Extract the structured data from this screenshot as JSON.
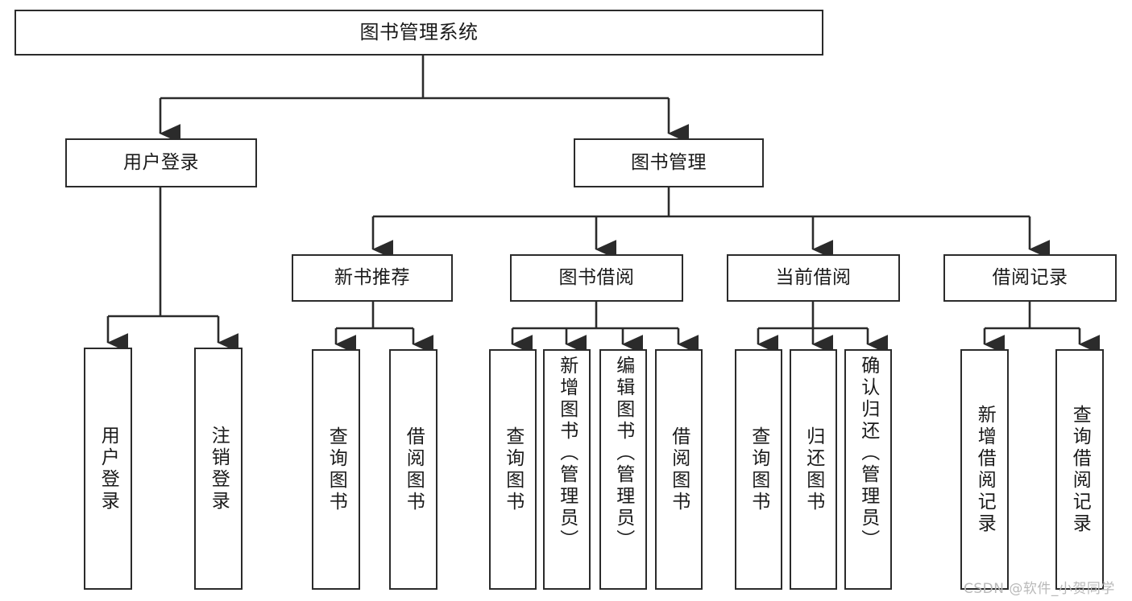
{
  "diagram": {
    "type": "hierarchy-tree",
    "title": "图书管理系统",
    "levels": {
      "root": {
        "label": "图书管理系统"
      },
      "level2": [
        {
          "label": "用户登录"
        },
        {
          "label": "图书管理"
        }
      ],
      "level3": [
        {
          "label": "新书推荐"
        },
        {
          "label": "图书借阅"
        },
        {
          "label": "当前借阅"
        },
        {
          "label": "借阅记录"
        }
      ],
      "leaves": [
        {
          "label": "用户登录",
          "align": "center"
        },
        {
          "label": "注销登录",
          "align": "center"
        },
        {
          "label": "查询图书",
          "align": "center"
        },
        {
          "label": "借阅图书",
          "align": "center"
        },
        {
          "label": "查询图书",
          "align": "center"
        },
        {
          "label": "新增图书（管理员）",
          "align": "top"
        },
        {
          "label": "编辑图书（管理员）",
          "align": "top"
        },
        {
          "label": "借阅图书",
          "align": "center"
        },
        {
          "label": "查询图书",
          "align": "center"
        },
        {
          "label": "归还图书",
          "align": "center"
        },
        {
          "label": "确认归还（管理员）",
          "align": "top"
        },
        {
          "label": "新增借阅记录",
          "align": "center"
        },
        {
          "label": "查询借阅记录",
          "align": "center"
        }
      ]
    }
  },
  "watermark": {
    "text": "CSDN @软件_小贺同学"
  },
  "colors": {
    "stroke": "#2b2b2b",
    "background": "#ffffff",
    "text": "#1a1a1a",
    "watermark": "#b9b9b9"
  }
}
